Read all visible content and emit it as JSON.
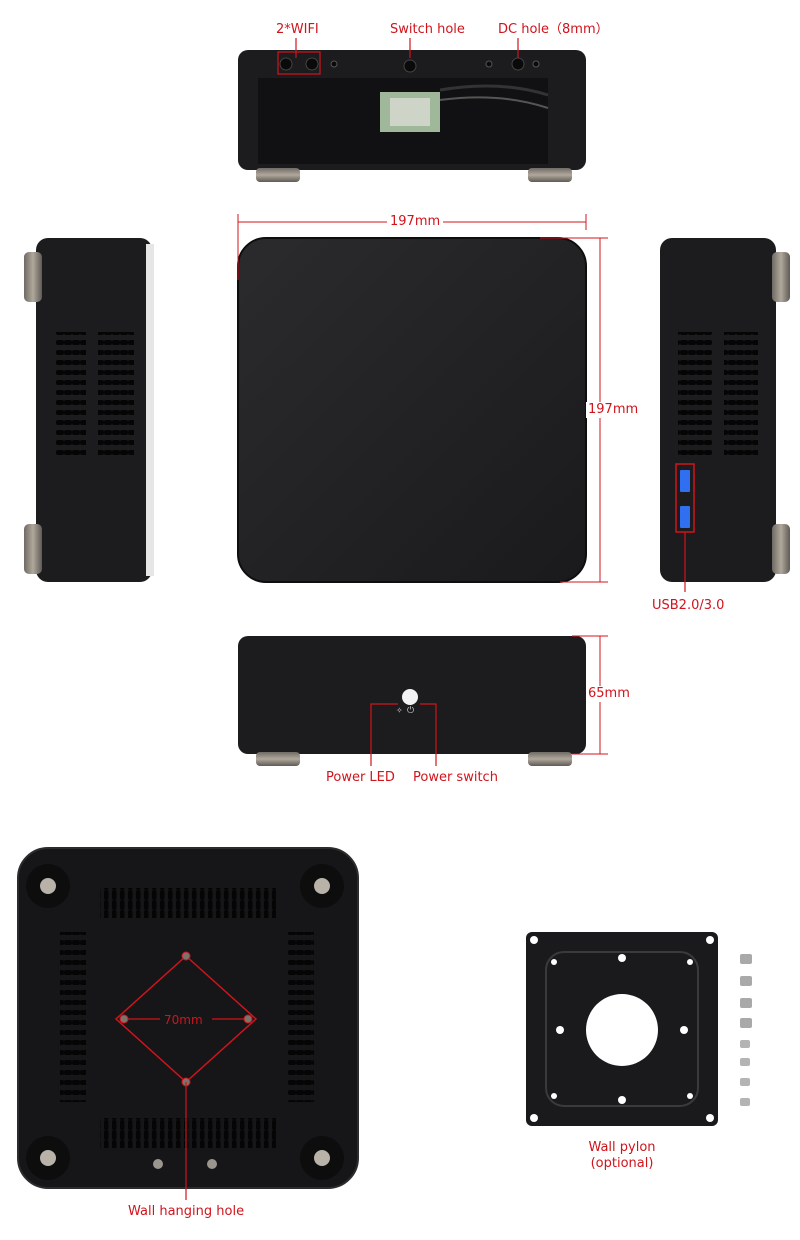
{
  "labels": {
    "wifi": "2*WIFI",
    "switch_hole": "Switch hole",
    "dc_hole": "DC hole（8mm）",
    "width": "197mm",
    "depth": "197mm",
    "usb": "USB2.0/3.0",
    "height": "65mm",
    "power_led": "Power LED",
    "power_switch": "Power switch",
    "vesa": "70mm",
    "wall_hanging": "Wall hanging hole",
    "wall_pylon_line1": "Wall pylon",
    "wall_pylon_line2": "(optional)"
  },
  "colors": {
    "accent": "#d0141c",
    "case": "#1c1c1e",
    "case_dark": "#0e0e0f",
    "foot": "#8a8278",
    "background": "#ffffff"
  },
  "icons": {
    "led": "light-bulb-icon",
    "power": "power-icon"
  }
}
